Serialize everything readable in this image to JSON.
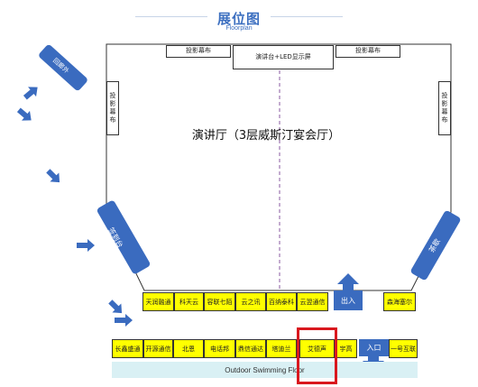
{
  "header": {
    "title": "展位图",
    "subtitle": "Floorplan"
  },
  "top_screens": {
    "left": "投影幕布",
    "stage": "演讲台+LED显示屏",
    "right": "投影幕布"
  },
  "side_screens": {
    "left": "投影幕布",
    "right": "投影幕布"
  },
  "hall_label": "演讲厅（3层威斯汀宴会厅）",
  "corridors": {
    "left_top": "回廊外",
    "left_bottom": "签到台",
    "right": "茶歇"
  },
  "upper_row": [
    "天润融通",
    "科天云",
    "容联七陌",
    "云之讯",
    "百纳泰科",
    "云翌通信"
  ],
  "entrance": "出入",
  "upper_right_booth": "森海塞尔",
  "lower_row": [
    "长鑫盛通",
    "开源通信",
    "北恩",
    "电话邦",
    "鼎信通达",
    "塔迪兰",
    "艾德声",
    "宇高"
  ],
  "exit_tag": "入口",
  "lower_right_booth": "一号互联",
  "pool": "Outdoor Swimming Floor",
  "colors": {
    "brand": "#3c6fc0",
    "booth": "#ffff00",
    "highlight": "#d9181e",
    "corridor": "#3a6bbf"
  }
}
